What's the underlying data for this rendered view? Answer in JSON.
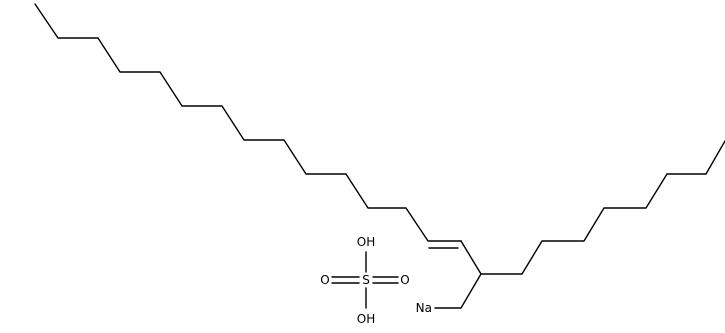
{
  "molecule": {
    "atom_labels": {
      "na": "Na",
      "oh_top": "OH",
      "oh_bottom": "OH",
      "o_left": "O",
      "o_right": "O",
      "s": "S"
    }
  },
  "colors": {
    "bond": "#000000",
    "background": "#ffffff"
  }
}
